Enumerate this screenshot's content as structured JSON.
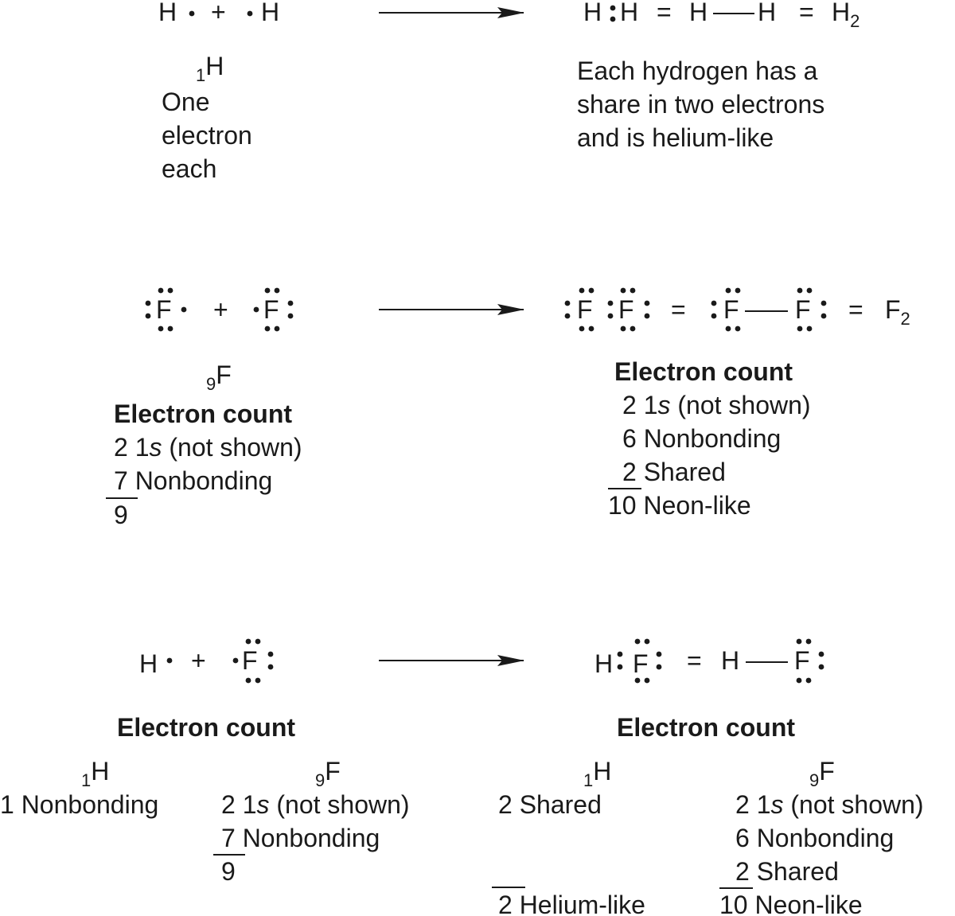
{
  "reactions": {
    "h2": {
      "reactants": {
        "h1": "H",
        "plus": "+",
        "h2": "H"
      },
      "products": {
        "h_a": "H",
        "h_b": "H",
        "eq1": "=",
        "line_h1": "H",
        "line_h2": "H",
        "eq2": "=",
        "formula": "H",
        "formula_sub": "2"
      },
      "reactant_label": {
        "sub": "1",
        "symbol": "H",
        "lines": [
          "One",
          "electron",
          "each"
        ]
      },
      "product_note": [
        "Each hydrogen has a",
        "share in two electrons",
        "and is helium-like"
      ]
    },
    "f2": {
      "reactants": {
        "f1": "F",
        "plus": "+",
        "f2": "F"
      },
      "products": {
        "f_a": "F",
        "f_b": "F",
        "eq1": "=",
        "line_f1": "F",
        "line_f2": "F",
        "eq2": "=",
        "formula": "F",
        "formula_sub": "2"
      },
      "reactant_count": {
        "sub": "9",
        "symbol": "F",
        "heading": "Electron count",
        "row1_num": "2",
        "row1_a": "1",
        "row1_s": "s",
        "row1_b": " (not shown)",
        "row2_num": "7",
        "row2_text": "Nonbonding",
        "total": "9"
      },
      "product_count": {
        "heading": "Electron count",
        "row1_num": "2",
        "row1_a": "1",
        "row1_s": "s",
        "row1_b": " (not shown)",
        "row2": "6 Nonbonding",
        "row3_num": "2",
        "row3_text": "Shared",
        "row4": "10 Neon-like"
      }
    },
    "hf": {
      "reactants": {
        "h": "H",
        "plus": "+",
        "f": "F"
      },
      "products": {
        "h_a": "H",
        "f_a": "F",
        "eq": "=",
        "line_h": "H",
        "line_f": "F"
      },
      "reactant_heading": "Electron count",
      "product_heading": "Electron count",
      "reactant_h": {
        "sub": "1",
        "symbol": "H",
        "row1": "1 Nonbonding"
      },
      "reactant_f": {
        "sub": "9",
        "symbol": "F",
        "row1_num": "2",
        "row1_a": "1",
        "row1_s": "s",
        "row1_b": " (not shown)",
        "row2_num": "7",
        "row2_text": "Nonbonding",
        "total": "9"
      },
      "product_h": {
        "sub": "1",
        "symbol": "H",
        "row1": "2 Shared",
        "total": "2 Helium-like"
      },
      "product_f": {
        "sub": "9",
        "symbol": "F",
        "row1_num": "2",
        "row1_a": "1",
        "row1_s": "s",
        "row1_b": " (not shown)",
        "row2": "6 Nonbonding",
        "row3_num": "2",
        "row3_text": "Shared",
        "row4": "10 Neon-like"
      }
    }
  }
}
